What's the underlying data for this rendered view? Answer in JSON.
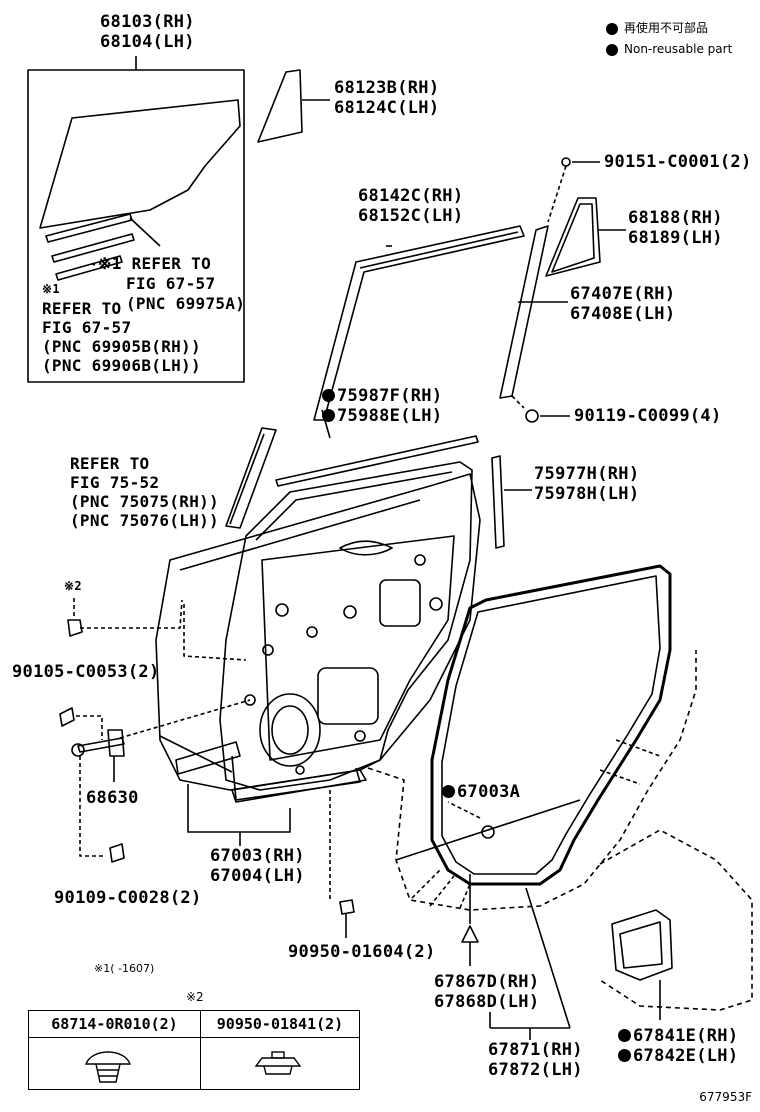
{
  "legend": {
    "items": [
      {
        "text": "再使用不可部品"
      },
      {
        "text": "Non-reusable part"
      }
    ]
  },
  "labels": {
    "p68103": [
      "68103(RH)",
      "68104(LH)"
    ],
    "p68123": [
      "68123B(RH)",
      "68124C(LH)"
    ],
    "p90151": [
      "90151-C0001(2)"
    ],
    "p68142": [
      "68142C(RH)",
      "68152C(LH)"
    ],
    "p68188": [
      "68188(RH)",
      "68189(LH)"
    ],
    "p67407": [
      "67407E(RH)",
      "67408E(LH)"
    ],
    "refer6757a": [
      "※1 REFER TO",
      "FIG 67-57",
      "(PNC 69975A)"
    ],
    "refer6757b": [
      "※1",
      "REFER TO",
      "FIG 67-57",
      "(PNC 69905B(RH))",
      "(PNC 69906B(LH))"
    ],
    "p75987": [
      "75987F(RH)",
      "75988E(LH)"
    ],
    "p90119": [
      "90119-C0099(4)"
    ],
    "refer7552": [
      "REFER TO",
      "FIG 75-52",
      "(PNC 75075(RH))",
      "(PNC 75076(LH))"
    ],
    "p75977": [
      "75977H(RH)",
      "75978H(LH)"
    ],
    "note2": [
      "※2"
    ],
    "p90105": [
      "90105-C0053(2)"
    ],
    "p68630": [
      "68630"
    ],
    "p67003a": [
      "67003A"
    ],
    "p67003": [
      "67003(RH)",
      "67004(LH)"
    ],
    "p90109": [
      "90109-C0028(2)"
    ],
    "p90950a": [
      "90950-01604(2)"
    ],
    "p67867": [
      "67867D(RH)",
      "67868D(LH)"
    ],
    "p67871": [
      "67871(RH)",
      "67872(LH)"
    ],
    "p67841": [
      "67841E(RH)",
      "67842E(LH)"
    ]
  },
  "footnote1": "※1(      -1607)",
  "table": {
    "mark": "※2",
    "columns": [
      "68714-0R010(2)",
      "90950-01841(2)"
    ]
  },
  "figure_number": "677953F"
}
